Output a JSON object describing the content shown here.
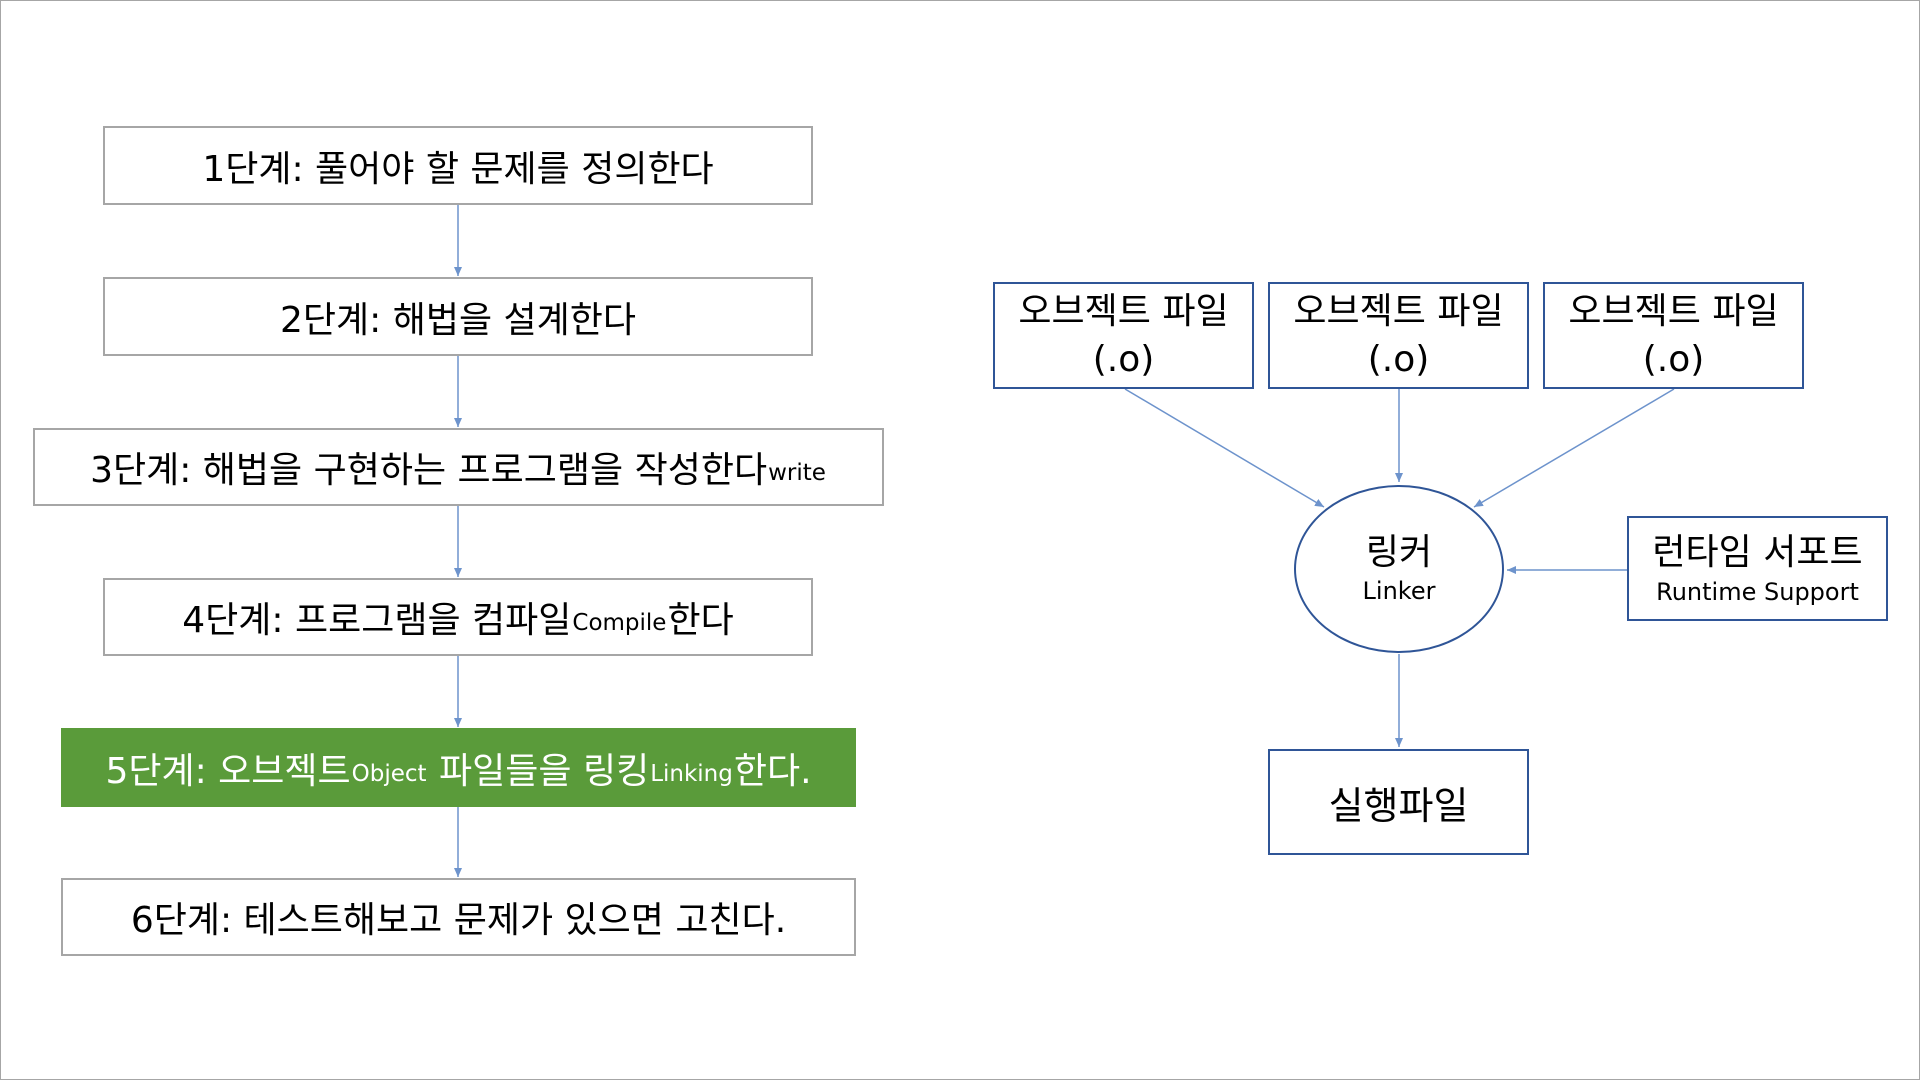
{
  "steps": [
    {
      "prefix": "1단계: 풀어야 할 문제를 정의한다",
      "sub": "",
      "suffix": ""
    },
    {
      "prefix": "2단계: 해법을 설계한다",
      "sub": "",
      "suffix": ""
    },
    {
      "prefix": "3단계: 해법을 구현하는 프로그램을 작성한다",
      "sub": "write",
      "suffix": ""
    },
    {
      "prefix": "4단계: 프로그램을 컴파일",
      "sub": "Compile",
      "suffix": "한다"
    },
    {
      "prefix": "5단계: 오브젝트",
      "sub": "Object",
      "suffix": " 파일들을 링킹",
      "sub2": "Linking",
      "suffix2": "한다.",
      "highlighted": true
    },
    {
      "prefix": "6단계: 테스트해보고 문제가 있으면 고친다.",
      "sub": "",
      "suffix": ""
    }
  ],
  "object_files": [
    {
      "name": "오브젝트 파일",
      "ext": "(.o)"
    },
    {
      "name": "오브젝트 파일",
      "ext": "(.o)"
    },
    {
      "name": "오브젝트 파일",
      "ext": "(.o)"
    }
  ],
  "linker": {
    "name": "링커",
    "english": "Linker"
  },
  "runtime": {
    "name": "런타임 서포트",
    "english": "Runtime Support"
  },
  "executable": {
    "name": "실행파일"
  },
  "colors": {
    "highlight": "#5a9b3a",
    "step_border": "#a6a6a6",
    "node_border": "#2f5597",
    "arrow": "#6d93cc"
  }
}
